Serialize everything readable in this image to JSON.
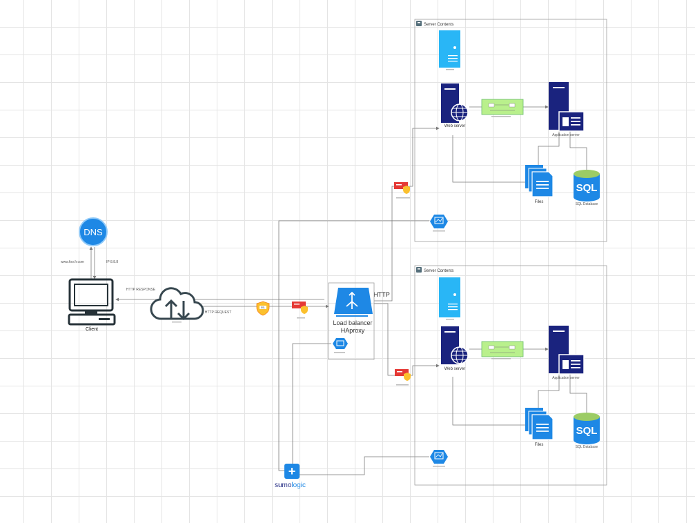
{
  "client": {
    "label": "Client"
  },
  "dns": {
    "label": "DNS",
    "domain_label": "www.foo.fr.com",
    "ip_label": "IP 8.8.8"
  },
  "edges": {
    "http_response": "HTTP RESPONSE",
    "http_request": "HTTP REQUEST",
    "http": "HTTP"
  },
  "load_balancer": {
    "line1": "Load balancer",
    "line2": "HAproxy"
  },
  "server_groups": [
    {
      "title": "Server Contents",
      "web_server": "Web server",
      "app_server": "Application server",
      "files": "Files",
      "sql_icon": "SQL",
      "sql_caption": "SQL Database"
    },
    {
      "title": "Server Contents",
      "web_server": "Web server",
      "app_server": "Application server",
      "files": "Files",
      "sql_icon": "SQL",
      "sql_caption": "SQL Database"
    }
  ],
  "sumologic": {
    "part1": "sumo",
    "part2": "logic",
    "plus": "+"
  },
  "ssl_badge": "SSL",
  "colors": {
    "blue_dark": "#1a237e",
    "azure": "#1e88e5",
    "cyan": "#29b6f6",
    "green_box": "#b9f08c",
    "red_cert": "#e53935",
    "shield": "#fbc02d",
    "gray_line": "#7a7a7a"
  }
}
